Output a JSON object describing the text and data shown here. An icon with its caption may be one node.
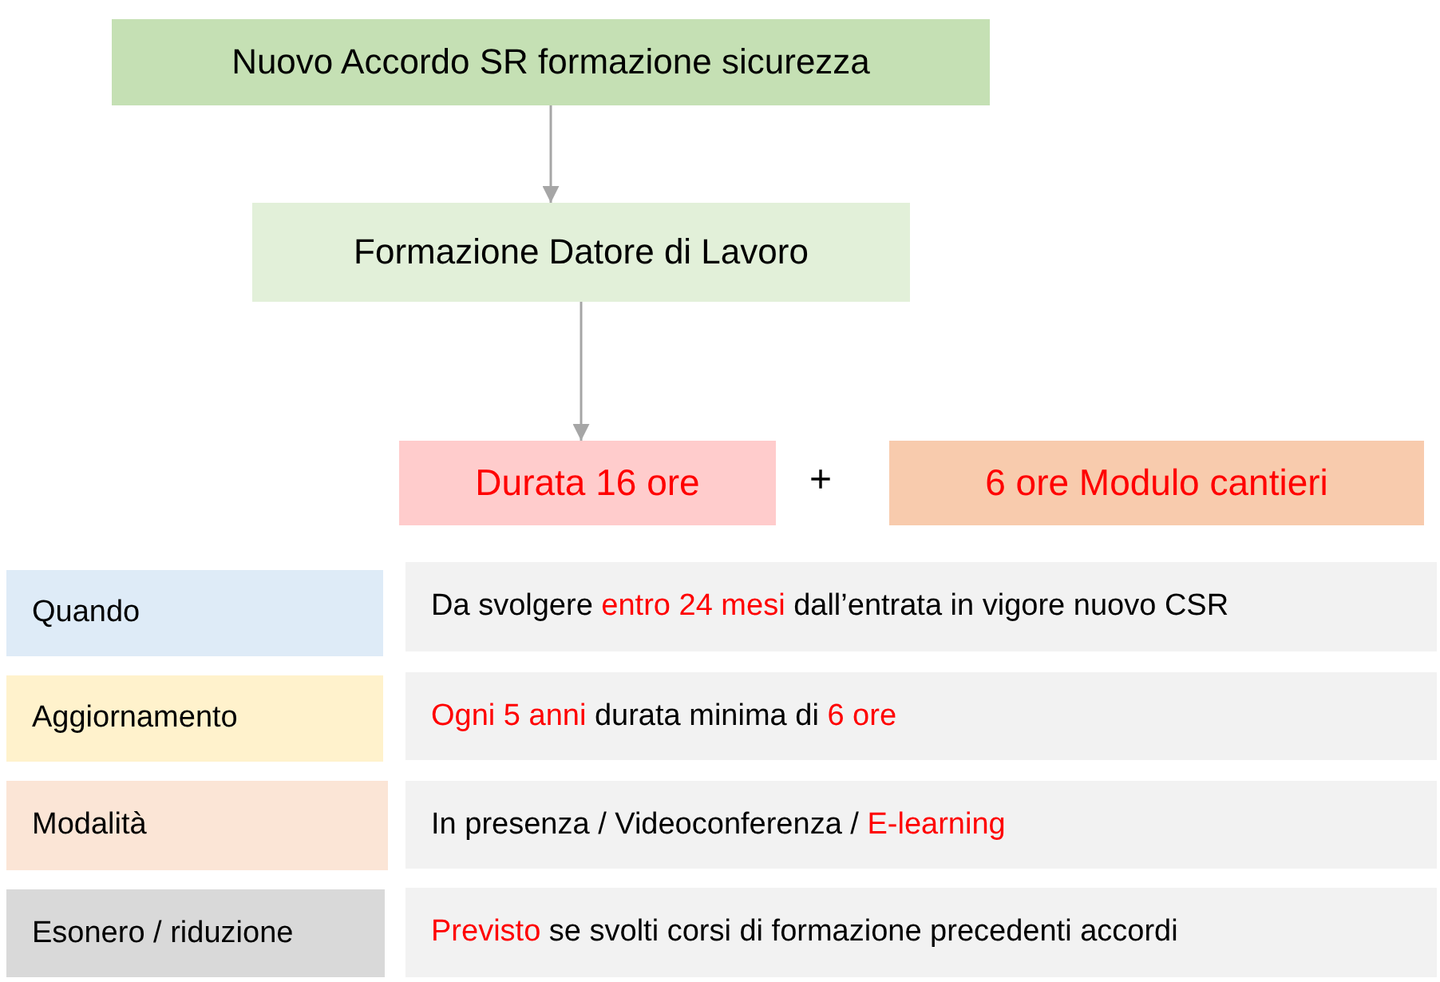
{
  "diagram": {
    "nodes": [
      {
        "text": [
          "Nuovo Accordo SR formazione sicurezza"
        ]
      },
      {
        "text": [
          "Formazione Datore di Lavoro"
        ]
      },
      {
        "text": [
          "Durata 16 ore"
        ]
      },
      {
        "text": [
          "6 ore Modulo cantieri"
        ]
      },
      {
        "text": [
          "Quando"
        ]
      },
      {
        "text": [
          "Da svolgere **entro 24 mesi** dall’entrata in vigore nuovo CSR"
        ]
      },
      {
        "text": [
          "Aggiornamento"
        ]
      },
      {
        "text": [
          "**Ogni 5 anni** durata minima di **6 ore**"
        ]
      },
      {
        "text": [
          "Modalità"
        ]
      },
      {
        "text": [
          "In presenza / Videoconferenza / **E-learning**"
        ]
      },
      {
        "text": [
          "Esonero / riduzione"
        ]
      },
      {
        "text": [
          "**Previsto** se svolti corsi di formazione precedenti accordi"
        ]
      }
    ],
    "edges": [
      {
        "from": 0,
        "to": 1,
        "arrow": "to"
      },
      {
        "from": 1,
        "to": 2,
        "arrow": "to"
      }
    ],
    "labels": [
      "+"
    ]
  }
}
